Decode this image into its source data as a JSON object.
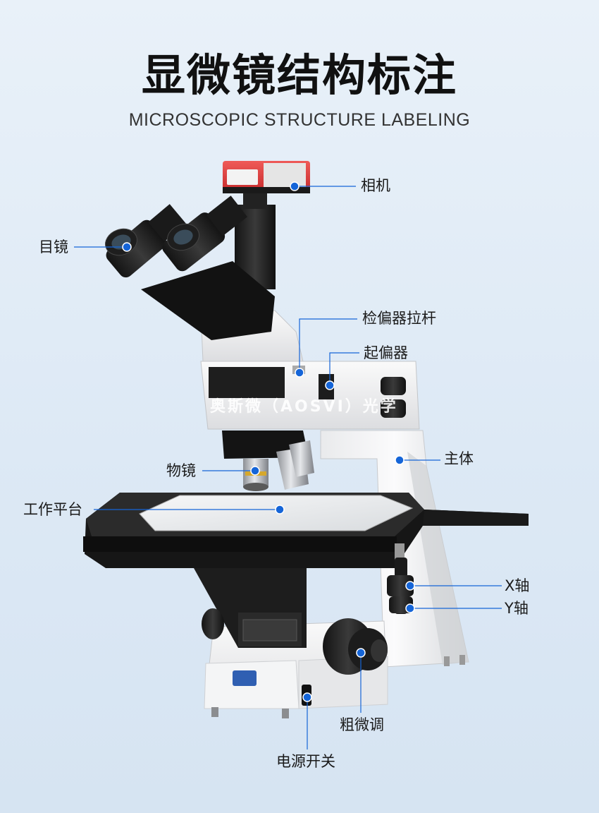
{
  "header": {
    "title": "显微镜结构标注",
    "subtitle": "MICROSCOPIC STRUCTURE LABELING"
  },
  "watermark": "奥斯微（AOSVI）光学",
  "brand": {
    "logo": "AOSVI",
    "name": "奥斯微"
  },
  "labels": {
    "camera": "相机",
    "eyepiece": "目镜",
    "analyzer": "检偏器拉杆",
    "polarizer": "起偏器",
    "body": "主体",
    "objective": "物镜",
    "stage": "工作平台",
    "x_axis": "X轴",
    "y_axis": "Y轴",
    "focus": "粗微调",
    "power": "电源开关"
  },
  "colors": {
    "marker": "#1565d8",
    "camera_body": "#e0393b",
    "leader_line": "#1565d8"
  }
}
